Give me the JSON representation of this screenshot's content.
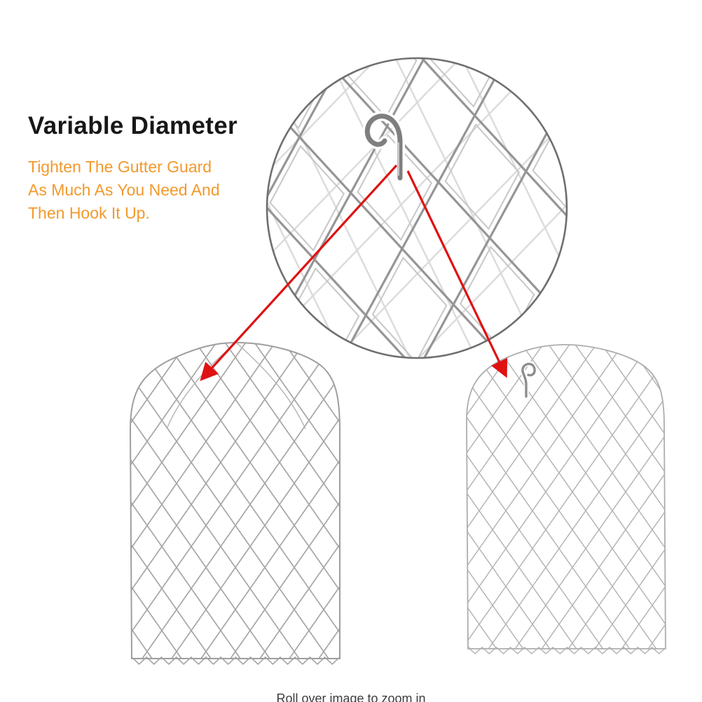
{
  "page": {
    "title": "Variable Diameter",
    "subtitle": {
      "line1": "Tighten The Gutter Guard",
      "line2": "As Much As You Need And",
      "line3": "Then Hook It Up."
    },
    "footer_hint": "Roll over image to zoom in",
    "colors": {
      "title_text": "#171717",
      "subtitle_orange": "#F2992C",
      "arrow_red": "#DF1212",
      "mesh_gray": "#A8A8A8",
      "zoom_circle_outline": "#6F6F6F"
    },
    "illustration": {
      "zoom_circle": "magnified mesh detail with hook",
      "left_product": "gutter guard expanded (large diameter)",
      "right_product": "gutter guard tightened (small diameter)"
    }
  }
}
